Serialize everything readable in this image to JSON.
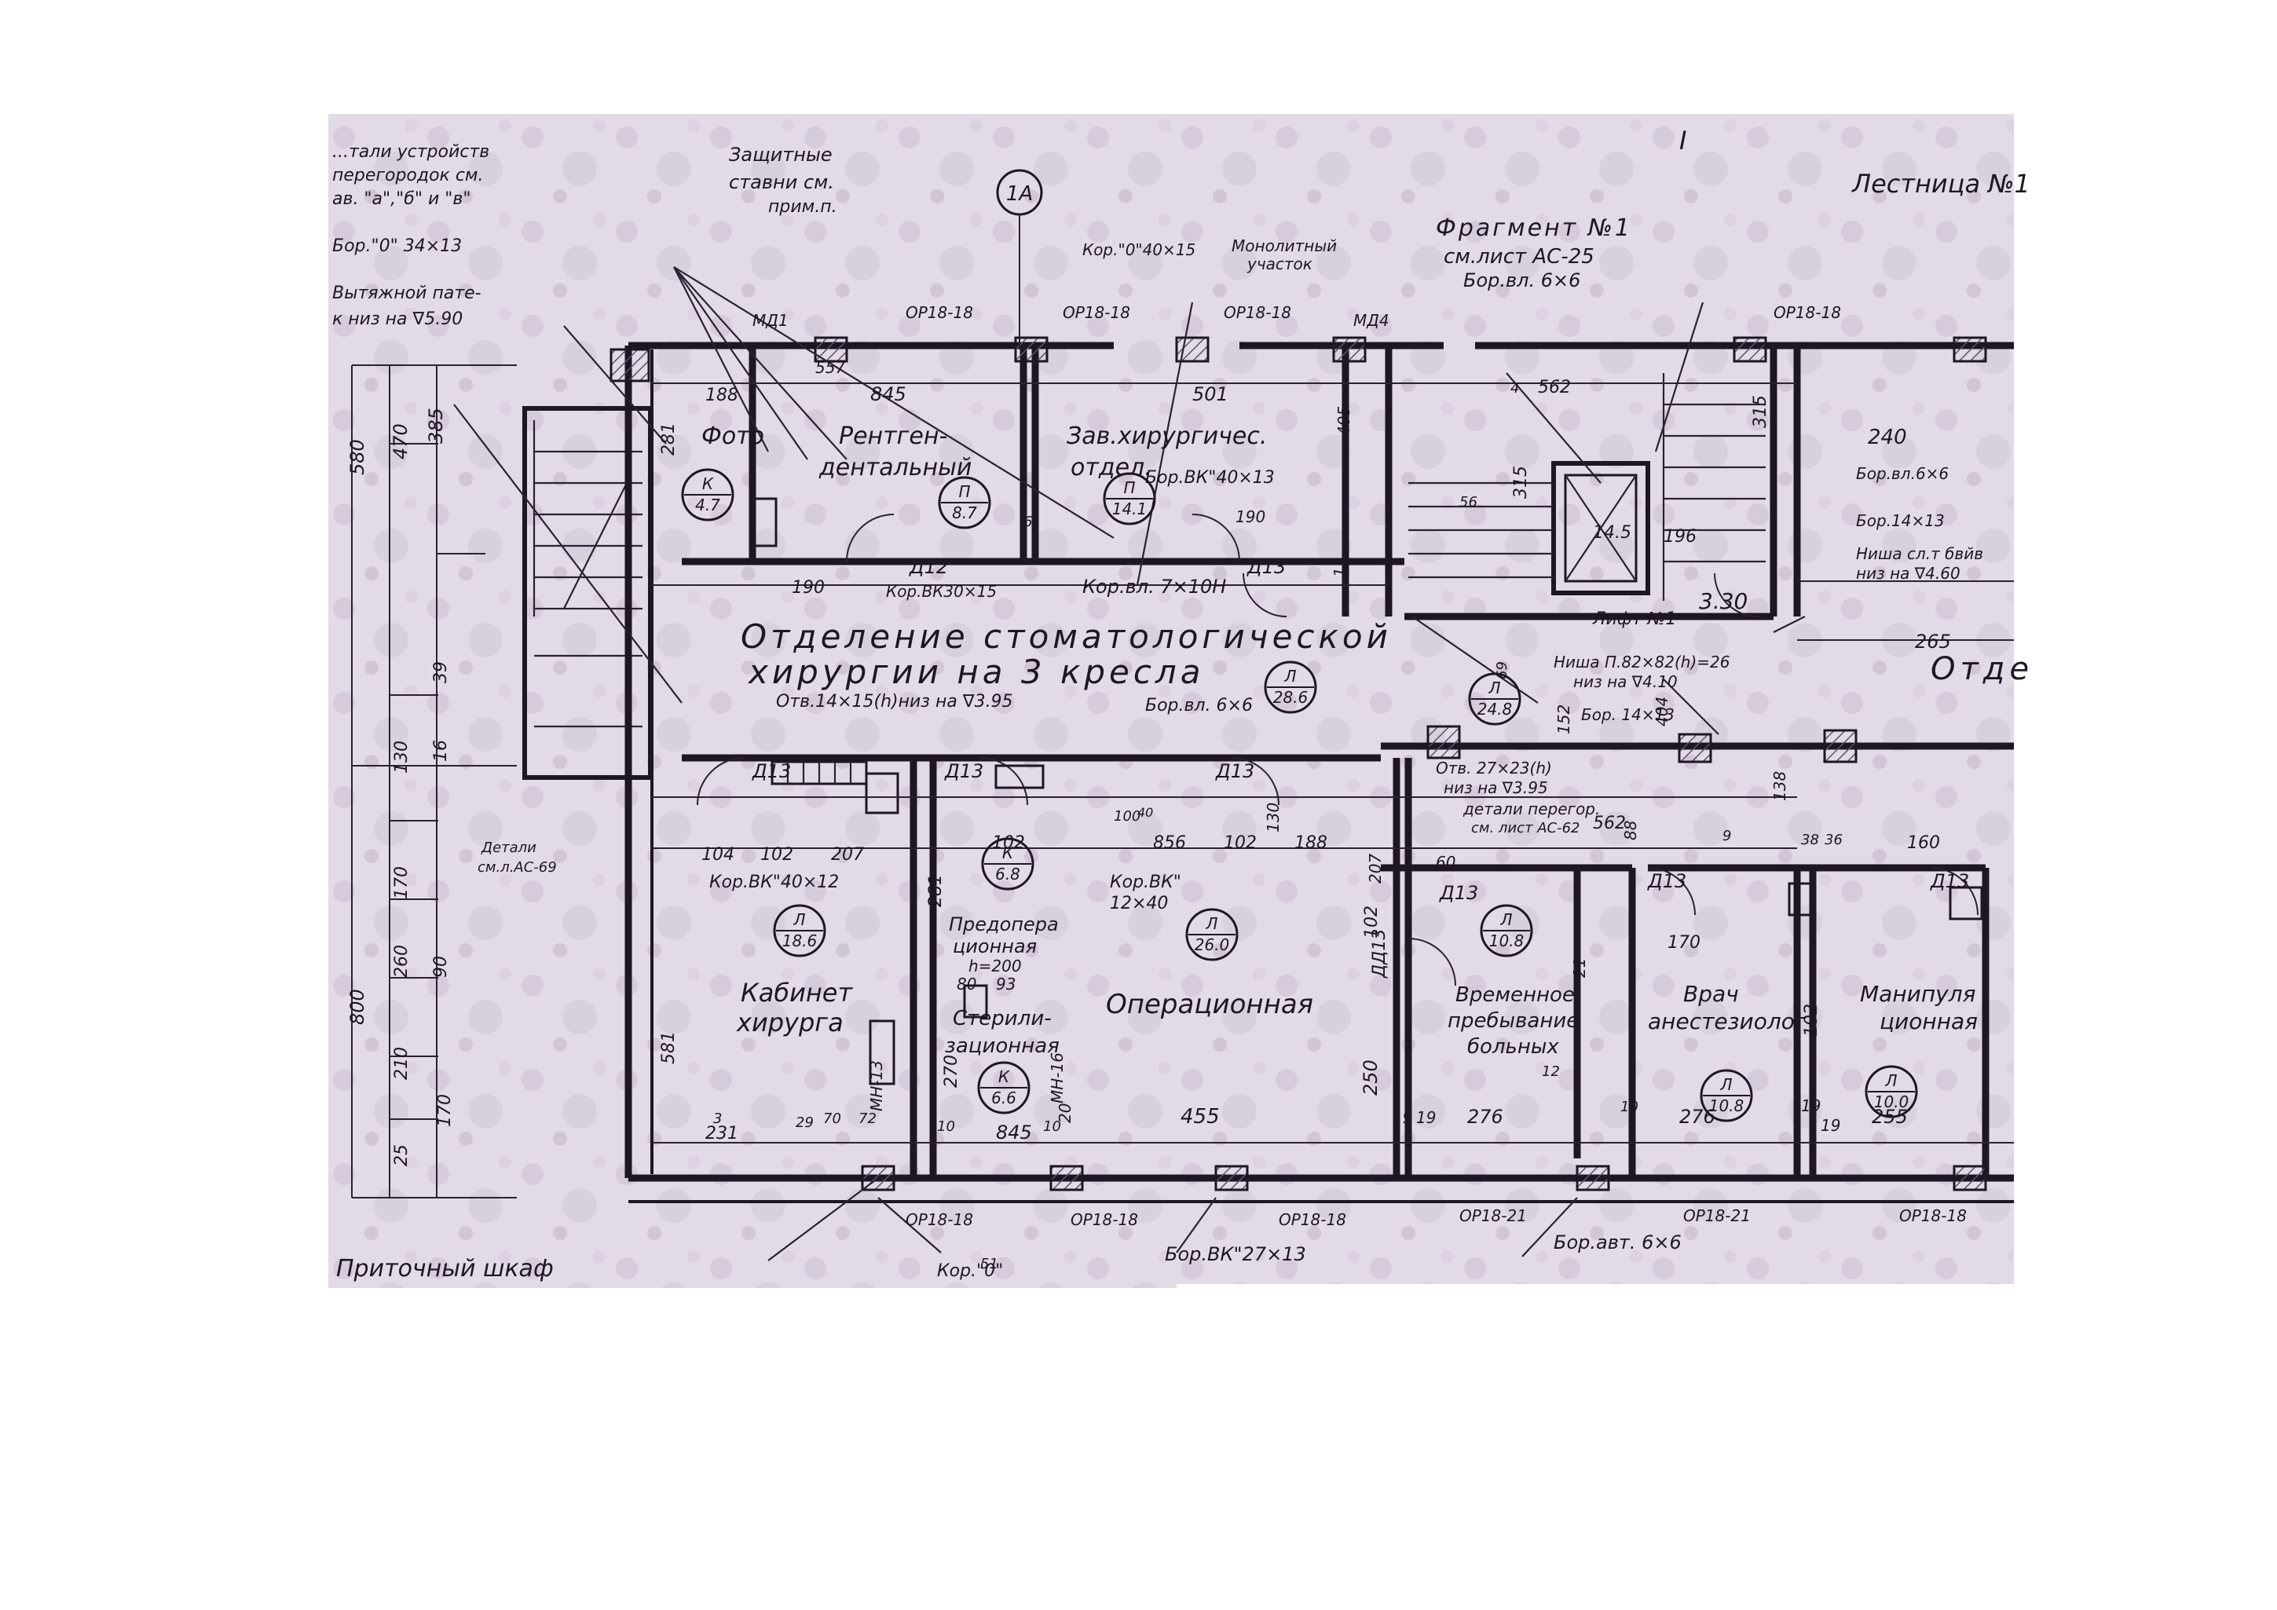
{
  "colors": {
    "paper": "#e2dae6",
    "ink": "#1d1623",
    "wall_fill": "#c7bccb",
    "hatch": "#5e5266"
  },
  "sheet_mark": "I",
  "stair_label": "Лестница №1",
  "axis_marker": "1А",
  "fragment_note": {
    "line1": "Фрагмент №1",
    "line2": "см.лист АС-25",
    "line3": "Бор.вл. 6×6"
  },
  "section_title": {
    "line1": "Отделение стоматологической",
    "line2": "хирургии на 3 кресла"
  },
  "rooms": [
    {
      "id": "photo",
      "name_lines": [
        "Фото"
      ],
      "category": "К",
      "area": "4.7"
    },
    {
      "id": "xray",
      "name_lines": [
        "Рентген-",
        "дентальный"
      ],
      "category": "П",
      "area": "8.7"
    },
    {
      "id": "head",
      "name_lines": [
        "Зав.хирургичес.",
        "отдел."
      ],
      "category": "П",
      "area": "14.1"
    },
    {
      "id": "corridor",
      "name_lines": [],
      "category": "Л",
      "area": "28.6"
    },
    {
      "id": "cabinet",
      "name_lines": [
        "Кабинет",
        "хирурга"
      ],
      "category": "Л",
      "area": "18.6"
    },
    {
      "id": "preop",
      "name_lines": [
        "Предопера",
        "ционная",
        "h=200"
      ],
      "category": "К",
      "area": "6.8"
    },
    {
      "id": "steril",
      "name_lines": [
        "Стерили-",
        "зационная"
      ],
      "category": "К",
      "area": "6.6"
    },
    {
      "id": "operating",
      "name_lines": [
        "Операционная"
      ],
      "category": "Л",
      "area": "26.0"
    },
    {
      "id": "temp_stay",
      "name_lines": [
        "Временное",
        "пребывание",
        "больных"
      ],
      "category": "Л",
      "area": "10.8"
    },
    {
      "id": "anest",
      "name_lines": [
        "Врач",
        "анестезиолог"
      ],
      "category": "Л",
      "area": "10.8"
    },
    {
      "id": "manip",
      "name_lines": [
        "Манипуля",
        "ционная"
      ],
      "category": "Л",
      "area": "10.0"
    },
    {
      "id": "lift_hall",
      "name_lines": [],
      "category": "Л",
      "area": "24.8"
    }
  ],
  "notes": {
    "n1": "...тали устройств",
    "n2": "перегородок см.",
    "n3": "ав. \"а\",\"б\" и \"в\"",
    "protect": "Защитные",
    "protect2": "ставни см.",
    "protect3": "прим.п.",
    "bor_top": "Бор.\"0\" 34×13",
    "vent": "Вытяжной пате-",
    "vent2": "к низ на ∇5.90",
    "kor_top": "Кор.\"0\"40×15",
    "monolith": "Монолитный",
    "monolith2": "участок",
    "bor_vk40": "Бор.ВК\"40×13",
    "kor_vk30": "Кор.ВК30×15",
    "kor_vl": "Кор.вл. 7×10Н",
    "otv_left": "Отв.14×15(h)низ на ∇3.95",
    "bor_vl66": "Бор.вл. 6×6",
    "bor_vl66_r": "Бор.вл.6×6",
    "bor_14_13": "Бор.14×13",
    "nisha_right": "Ниша сл.т бвйв",
    "nisha_right2": "низ на ∇4.60",
    "nisha_mid": "Ниша П.82×82(h)=26",
    "nisha_mid2": "низ на ∇4.10",
    "bor_14_13b": "Бор. 14×13",
    "otv_mid": "Отв. 27×23(h)",
    "otv_mid2": "низ на ∇3.95",
    "deliver": "детали перегор.",
    "deliver2": "см. лист АС-62",
    "kor_vk40_12": "Кор.ВК\"40×12",
    "kor_vk_12x40": "Кор.ВК\"",
    "kor_vk_12x40b": "12×40",
    "details_left": "Детали",
    "details_left2": "см.л.АС-69",
    "supply": "Приточный шкаф",
    "kor_bottom": "Кор.\"0\"",
    "bor_vk27": "Бор.ВК\"27×13",
    "bor_avt": "Бор.авт. 6×6",
    "lift": "Лифт №1",
    "otde": "Отде",
    "c330": "3.30",
    "v145": "14.5"
  },
  "labels": {
    "md1": "МД1",
    "md4": "МД4",
    "or18_18": "ОР18-18",
    "or18_21": "ОР18-21",
    "od18_18": "ОР18-18",
    "d13": "Д13",
    "d12": "Д12",
    "dd13": "ДД13",
    "mn13": "МН-13",
    "mn16": "МН-16"
  },
  "dims": {
    "d557": "557",
    "d188": "188",
    "d845": "845",
    "d501": "501",
    "d405": "405",
    "d562": "562",
    "d315": "315",
    "d240": "240",
    "d190": "190",
    "d281": "281",
    "d385": "385",
    "d470": "470",
    "d580": "580",
    "d130": "130",
    "d39": "39",
    "d16": "16",
    "d104": "104",
    "d102": "102",
    "d207": "207",
    "d856": "856",
    "d100": "100",
    "d170": "170",
    "d260": "260",
    "d90": "90",
    "d800": "800",
    "d210": "210",
    "d25": "25",
    "d231": "231",
    "d455": "455",
    "d250": "250",
    "d276": "276",
    "d255": "255",
    "d265": "265",
    "d160": "160",
    "d581": "581",
    "d270": "270",
    "d20": "20",
    "d60": "60",
    "d19": "19",
    "d10": "10",
    "d80": "80",
    "d70": "70",
    "d72": "72",
    "d93": "93",
    "d152": "152",
    "d56": "56",
    "d51": "51",
    "d3": "3",
    "d12": "12",
    "d196": "196",
    "d88": "88",
    "d404": "404",
    "d138": "138",
    "d69": "69",
    "d21": "21",
    "d29": "29",
    "d15": "15",
    "d4": "4",
    "d9": "9",
    "d6": "6",
    "d38": "38",
    "d40": "40",
    "d36": "36"
  }
}
